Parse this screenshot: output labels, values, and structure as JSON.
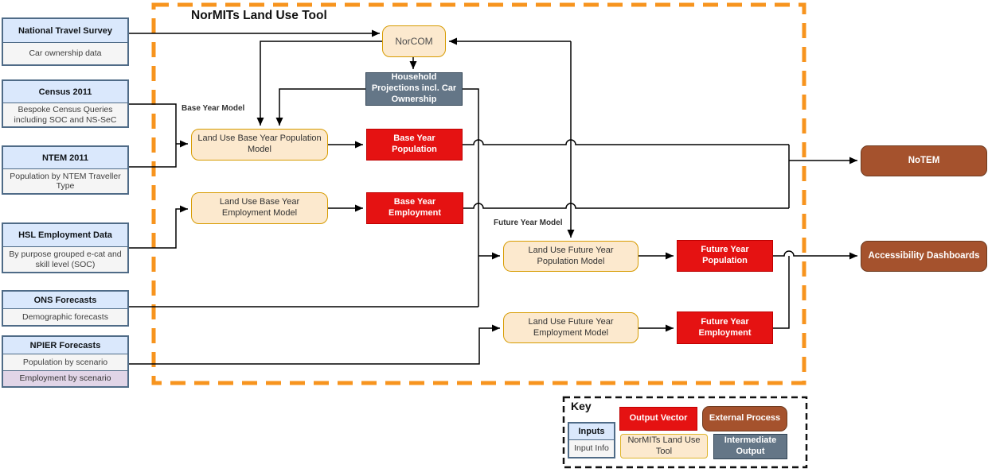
{
  "title": "NorMITs Land Use Tool",
  "inputs": [
    {
      "header": "National Travel Survey",
      "rows": [
        "Car ownership data"
      ]
    },
    {
      "header": "Census 2011",
      "rows": [
        "Bespoke Census Queries including SOC and NS-SeC"
      ]
    },
    {
      "header": "NTEM 2011",
      "rows": [
        "Population by NTEM Traveller Type"
      ]
    },
    {
      "header": "HSL Employment Data",
      "rows": [
        "By purpose grouped e-cat and skill level (SOC)"
      ]
    },
    {
      "header": "ONS Forecasts",
      "rows": [
        "Demographic forecasts"
      ]
    },
    {
      "header": "NPIER Forecasts",
      "rows": [
        "Population by scenario",
        "Employment by scenario"
      ]
    }
  ],
  "labels": {
    "base_year": "Base Year Model",
    "future_year": "Future Year Model"
  },
  "nodes": {
    "norcom": "NorCOM",
    "household_projections": "Household Projections incl. Car Ownership",
    "lu_base_pop": "Land Use Base Year Population Model",
    "base_pop": "Base Year Population",
    "lu_base_emp": "Land Use Base Year Employment Model",
    "base_emp": "Base Year Employment",
    "lu_future_pop": "Land Use Future Year Population Model",
    "future_pop": "Future Year Population",
    "lu_future_emp": "Land Use Future Year Employment Model",
    "future_emp": "Future Year Employment",
    "notem": "NoTEM",
    "accessibility": "Accessibility Dashboards"
  },
  "key": {
    "title": "Key",
    "inputs_header": "Inputs",
    "inputs_body": "Input Info",
    "output_vector": "Output Vector",
    "external_process": "External Process",
    "normits_tool": "NorMITs Land Use Tool",
    "intermediate_output": "Intermediate Output"
  },
  "colors": {
    "output_vector_red": "#E51212",
    "external_process_brown": "#A5522D",
    "intermediate_output_slate": "#647687",
    "normits_tool_cream": "#FCE9CE",
    "normits_tool_border": "#D79B00",
    "input_header_blue": "#DAE8FC",
    "input_body_gray": "#F5F5F5",
    "npier_employment_purple": "#E1D5E7",
    "boundary_orange": "#F7941E",
    "connector_black": "#000000"
  }
}
